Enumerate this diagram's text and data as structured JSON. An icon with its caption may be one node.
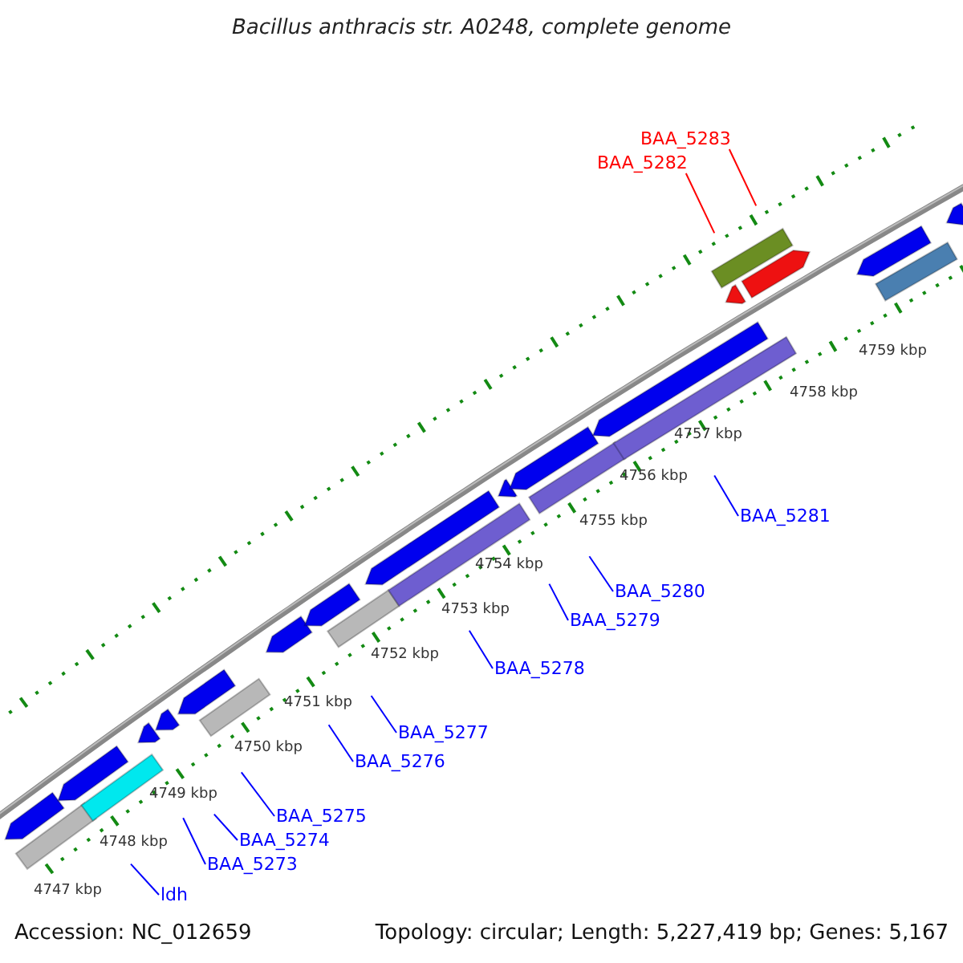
{
  "diagram": {
    "title": "Bacillus anthracis str. A0248, complete genome",
    "nodes": [
      {
        "text": [
          "BAA_5283"
        ]
      },
      {
        "text": [
          "BAA_5282"
        ]
      },
      {
        "text": [
          "BAA_5281"
        ]
      },
      {
        "text": [
          "BAA_5280"
        ]
      },
      {
        "text": [
          "BAA_5279"
        ]
      },
      {
        "text": [
          "BAA_5278"
        ]
      },
      {
        "text": [
          "BAA_5277"
        ]
      },
      {
        "text": [
          "BAA_5276"
        ]
      },
      {
        "text": [
          "BAA_5275"
        ]
      },
      {
        "text": [
          "BAA_5274"
        ]
      },
      {
        "text": [
          "BAA_5273"
        ]
      },
      {
        "text": [
          "ldh"
        ]
      }
    ],
    "edges": [
      {
        "from": 0,
        "to": null,
        "arrow": "none",
        "color": "#ff0000"
      },
      {
        "from": 1,
        "to": null,
        "arrow": "none",
        "color": "#ff0000"
      },
      {
        "from": 2,
        "to": null,
        "arrow": "none"
      },
      {
        "from": 3,
        "to": null,
        "arrow": "none"
      },
      {
        "from": 4,
        "to": null,
        "arrow": "none"
      },
      {
        "from": 5,
        "to": null,
        "arrow": "none"
      },
      {
        "from": 6,
        "to": null,
        "arrow": "none"
      },
      {
        "from": 7,
        "to": null,
        "arrow": "none"
      },
      {
        "from": 8,
        "to": null,
        "arrow": "none"
      },
      {
        "from": 9,
        "to": null,
        "arrow": "none"
      },
      {
        "from": 10,
        "to": null,
        "arrow": "none"
      },
      {
        "from": 11,
        "to": null,
        "arrow": "none"
      }
    ],
    "labels": [
      "4759 kbp",
      "4758 kbp",
      "4757 kbp",
      "4756 kbp",
      "4755 kbp",
      "4754 kbp",
      "4753 kbp",
      "4752 kbp",
      "4751 kbp",
      "4750 kbp",
      "4749 kbp",
      "4748 kbp",
      "4747 kbp",
      "Accession: NC_012659",
      "Topology: circular; Length: 5,227,419 bp; Genes: 5,167"
    ]
  }
}
